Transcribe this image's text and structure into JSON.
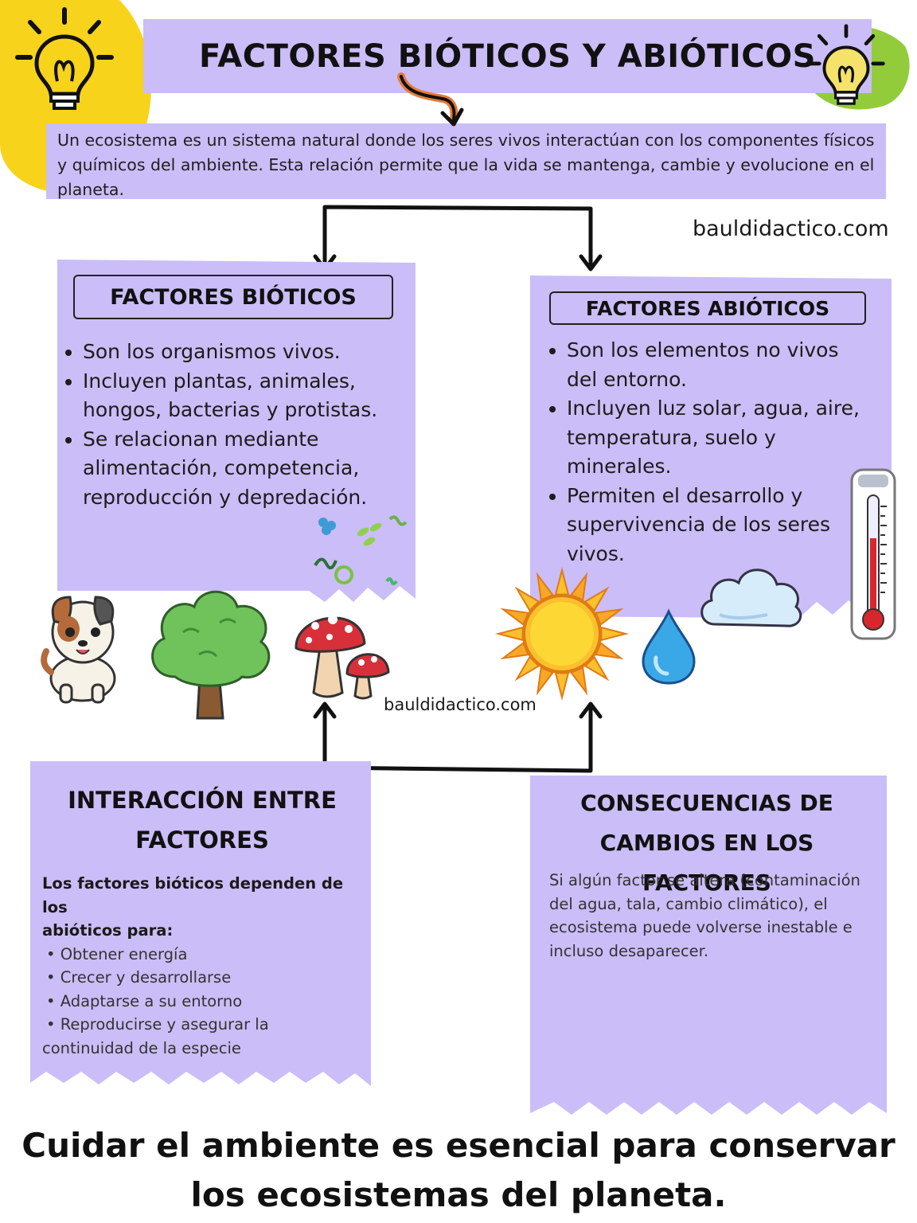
{
  "title": "FACTORES BIÓTICOS Y ABIÓTICOS",
  "intro": "Un ecosistema es un sistema natural donde los seres vivos interactúan con los componentes físicos y químicos del ambiente. Esta relación permite que la vida se mantenga, cambie y evolucione en el planeta.",
  "watermark_top": "bauldidactico.com",
  "watermark_mid": "bauldidactico.com",
  "bioticos": {
    "heading": "FACTORES BIÓTICOS",
    "points": [
      "Son los organismos vivos.",
      "Incluyen plantas, animales, hongos, bacterias y protistas.",
      "Se relacionan mediante alimentación, competencia, reproducción y depredación."
    ]
  },
  "abioticos": {
    "heading": "FACTORES ABIÓTICOS",
    "points": [
      "Son los elementos no vivos del entorno.",
      "Incluyen luz solar, agua, aire, temperatura, suelo y minerales.",
      "Permiten el desarrollo y supervivencia de los seres vivos."
    ]
  },
  "interaccion": {
    "title_line1": "INTERACCIÓN ENTRE",
    "title_line2": "FACTORES",
    "lead_line1": "Los factores bióticos dependen de los",
    "lead_line2": "abióticos para:",
    "items": [
      "• Obtener energía",
      "• Crecer y desarrollarse",
      "• Adaptarse a su entorno",
      "• Reproducirse y asegurar la"
    ],
    "tail": "continuidad de la especie"
  },
  "consecuencias": {
    "title_line1": "CONSECUENCIAS DE",
    "title_line2": "CAMBIOS EN LOS FACTORES",
    "text_lines": [
      "Si algún factor se altera (contaminación",
      "del agua, tala, cambio climático), el",
      "ecosistema puede volverse inestable e",
      "incluso desaparecer."
    ]
  },
  "footer_line1": "Cuidar el ambiente es esencial para conservar",
  "footer_line2": "los ecosistemas del planeta.",
  "icons": {
    "bulb_left": "lightbulb-icon",
    "bulb_right": "lightbulb-icon",
    "dog": "dog-icon",
    "tree": "tree-icon",
    "mushroom": "mushroom-icon",
    "microbes": "microbes-icon",
    "sun": "sun-icon",
    "water": "water-drop-icon",
    "cloud": "cloud-icon",
    "thermometer": "thermometer-icon"
  },
  "colors": {
    "lavender": "#cbbdf7",
    "yellow_blob": "#f7d31c",
    "green_blob": "#93cc3a"
  }
}
